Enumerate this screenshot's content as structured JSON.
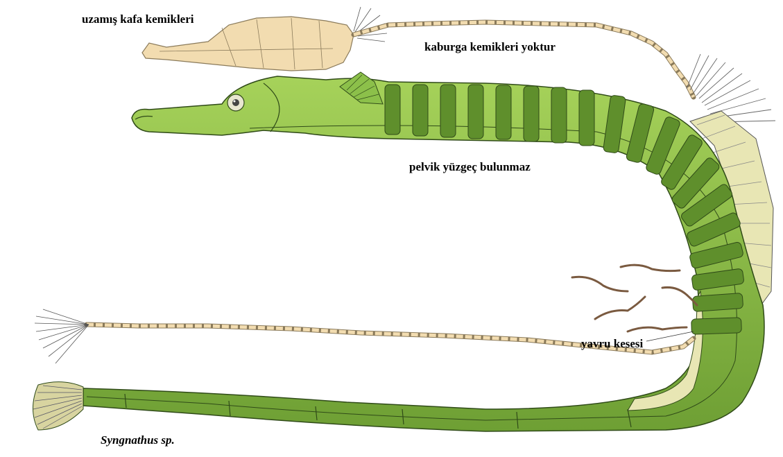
{
  "labels": {
    "skull": "uzamış kafa kemikleri",
    "ribs": "kaburga kemikleri yoktur",
    "pelvic": "pelvik yüzgeç bulunmaz",
    "pouch": "yavru kesesi",
    "species": "Syngnathus sp."
  },
  "colors": {
    "body": "#8cc04a",
    "body_dark": "#5f8f2c",
    "belly": "#e8e6b4",
    "bone": "#f2dcb0",
    "bone_line": "#8a7a5a",
    "fry": "#7a5a40"
  }
}
